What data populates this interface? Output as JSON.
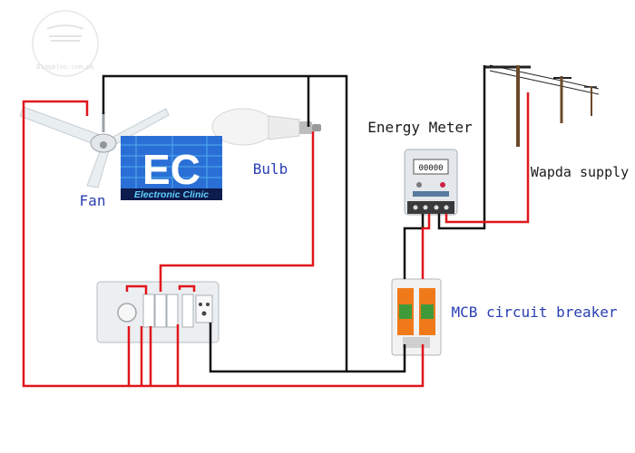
{
  "watermark": {
    "text": "Diagbloo.com.pk"
  },
  "labels": {
    "fan": "Fan",
    "bulb": "Bulb",
    "energy_meter": "Energy Meter",
    "wapda_supply": "Wapda supply",
    "mcb": "MCB circuit breaker"
  },
  "logo": {
    "text": "Electronic Clinic",
    "monogram": "EC"
  },
  "meter": {
    "reading": "00000"
  },
  "colors": {
    "live_wire": "#e0161b",
    "neutral_wire": "#111111",
    "label_blue": "#2a3fb3",
    "label_black": "#1a1a1a",
    "mcb_orange": "#f07a1a",
    "logo_blue": "#1747c9",
    "logo_cyan": "#39c3f0"
  }
}
